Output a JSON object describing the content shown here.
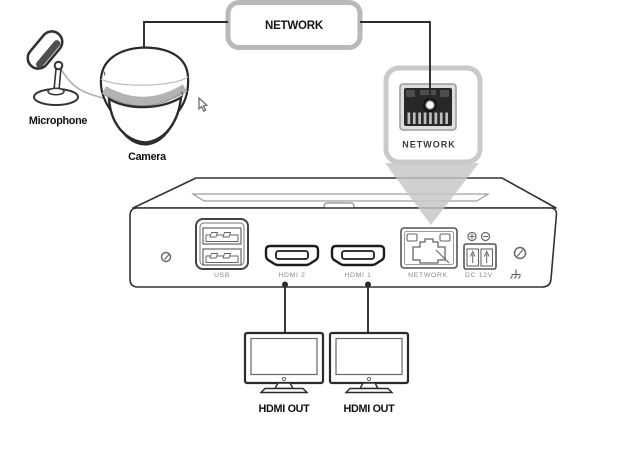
{
  "scene": {
    "source": {
      "microphone_label": "Microphone",
      "camera_label": "Camera"
    },
    "network_node_label": "NETWORK",
    "callout": {
      "port_label": "NETWORK"
    },
    "recorder": {
      "port_labels": {
        "usb": "USB",
        "hdmi2": "HDMI 2",
        "hdmi1": "HDMI 1",
        "network": "NETWORK",
        "dc": "DC 12V"
      },
      "icons": [
        "usb-port-icon",
        "hdmi-port-icon",
        "rj45-port-icon",
        "dc-terminal-icon",
        "circled-plus-icon",
        "circled-minus-icon",
        "ground-screw-icon",
        "earth-ground-icon"
      ]
    },
    "monitors": {
      "left_label": "HDMI OUT",
      "right_label": "HDMI OUT"
    },
    "colors": {
      "connector_line": "#2b2b2b",
      "network_node_border": "#b9b9b9",
      "callout_border": "#cacaca",
      "callout_pointer": "#c6c6c6",
      "callout_label_text": "#3a3a3a",
      "port_label_text": "#8a8a8a",
      "jack_body": "#282828"
    }
  }
}
